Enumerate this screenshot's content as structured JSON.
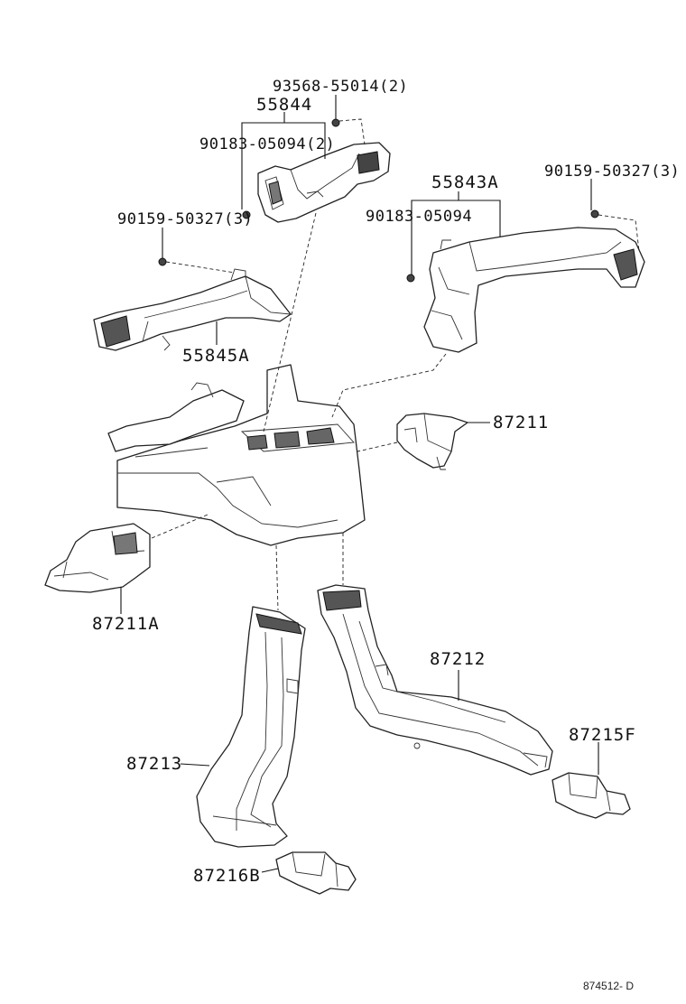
{
  "labels": {
    "bolt_93568": "93568-55014(2)",
    "duct_55844": "55844",
    "screw_90183_a": "90183-05094(2)",
    "screw_90159_a": "90159-50327(3)",
    "duct_55845A": "55845A",
    "duct_55843A": "55843A",
    "screw_90183_b": "90183-05094",
    "screw_90159_b": "90159-50327(3)",
    "duct_87211": "87211",
    "duct_87211A": "87211A",
    "duct_87212": "87212",
    "duct_87213": "87213",
    "duct_87215F": "87215F",
    "duct_87216B": "87216B",
    "figure_code": "874512- D"
  }
}
